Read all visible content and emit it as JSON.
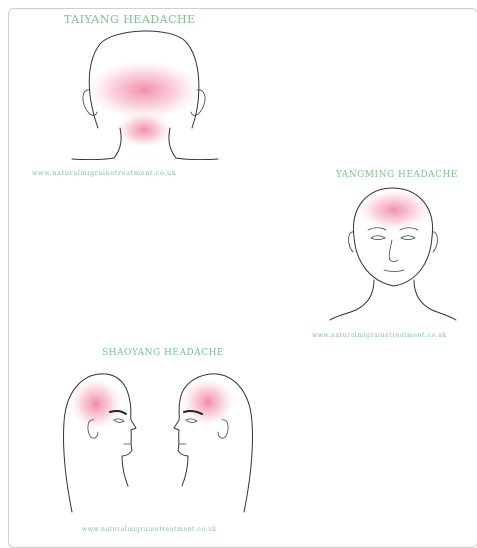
{
  "panels": {
    "taiyang": {
      "title": "TAIYANG HEADACHE",
      "url": "www.naturalmigrainetreatment.co.uk"
    },
    "yangming": {
      "title": "YANGMING HEADACHE",
      "url": "www.naturalmigrainetreatment.co.uk"
    },
    "shaoyang": {
      "title": "SHAOYANG HEADACHE",
      "url": "www.naturalmigrainetreatment.co.uk"
    }
  },
  "colors": {
    "title_green": "#7fbf92",
    "pain_pink": "#f07c9c",
    "line": "#333333"
  }
}
